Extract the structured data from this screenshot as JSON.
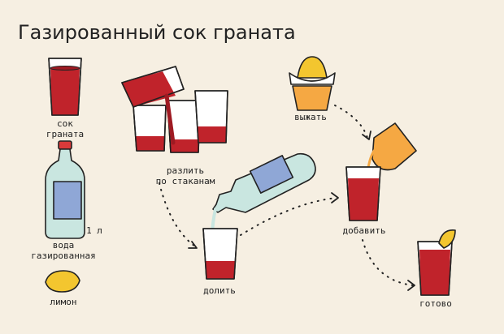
{
  "title": "Газированный сок граната",
  "labels": {
    "juice": [
      "сок",
      "граната"
    ],
    "water": [
      "вода",
      "газированная"
    ],
    "water_volume": "1 л",
    "lemon": "лимон",
    "pour": [
      "разлить",
      "по стаканам"
    ],
    "top_up": "долить",
    "squeeze": "выжать",
    "add": "добавить",
    "done": "готово"
  },
  "colors": {
    "background": "#f6efe2",
    "juice": "#c0232b",
    "juice_dark": "#9e1a22",
    "water_bottle": "#c9e6e0",
    "bottle_label": "#8fa7d6",
    "lemon": "#f3c62f",
    "squeezer": "#f5a843",
    "cap": "#d93a3a",
    "ink": "#222222"
  },
  "icons": [
    "juice-glass",
    "water-bottle",
    "lemon",
    "pouring-glass",
    "three-glasses",
    "pouring-bottle",
    "filling-glass",
    "lemon-squeezer",
    "pouring-cup",
    "mixed-glass",
    "finished-drink"
  ]
}
